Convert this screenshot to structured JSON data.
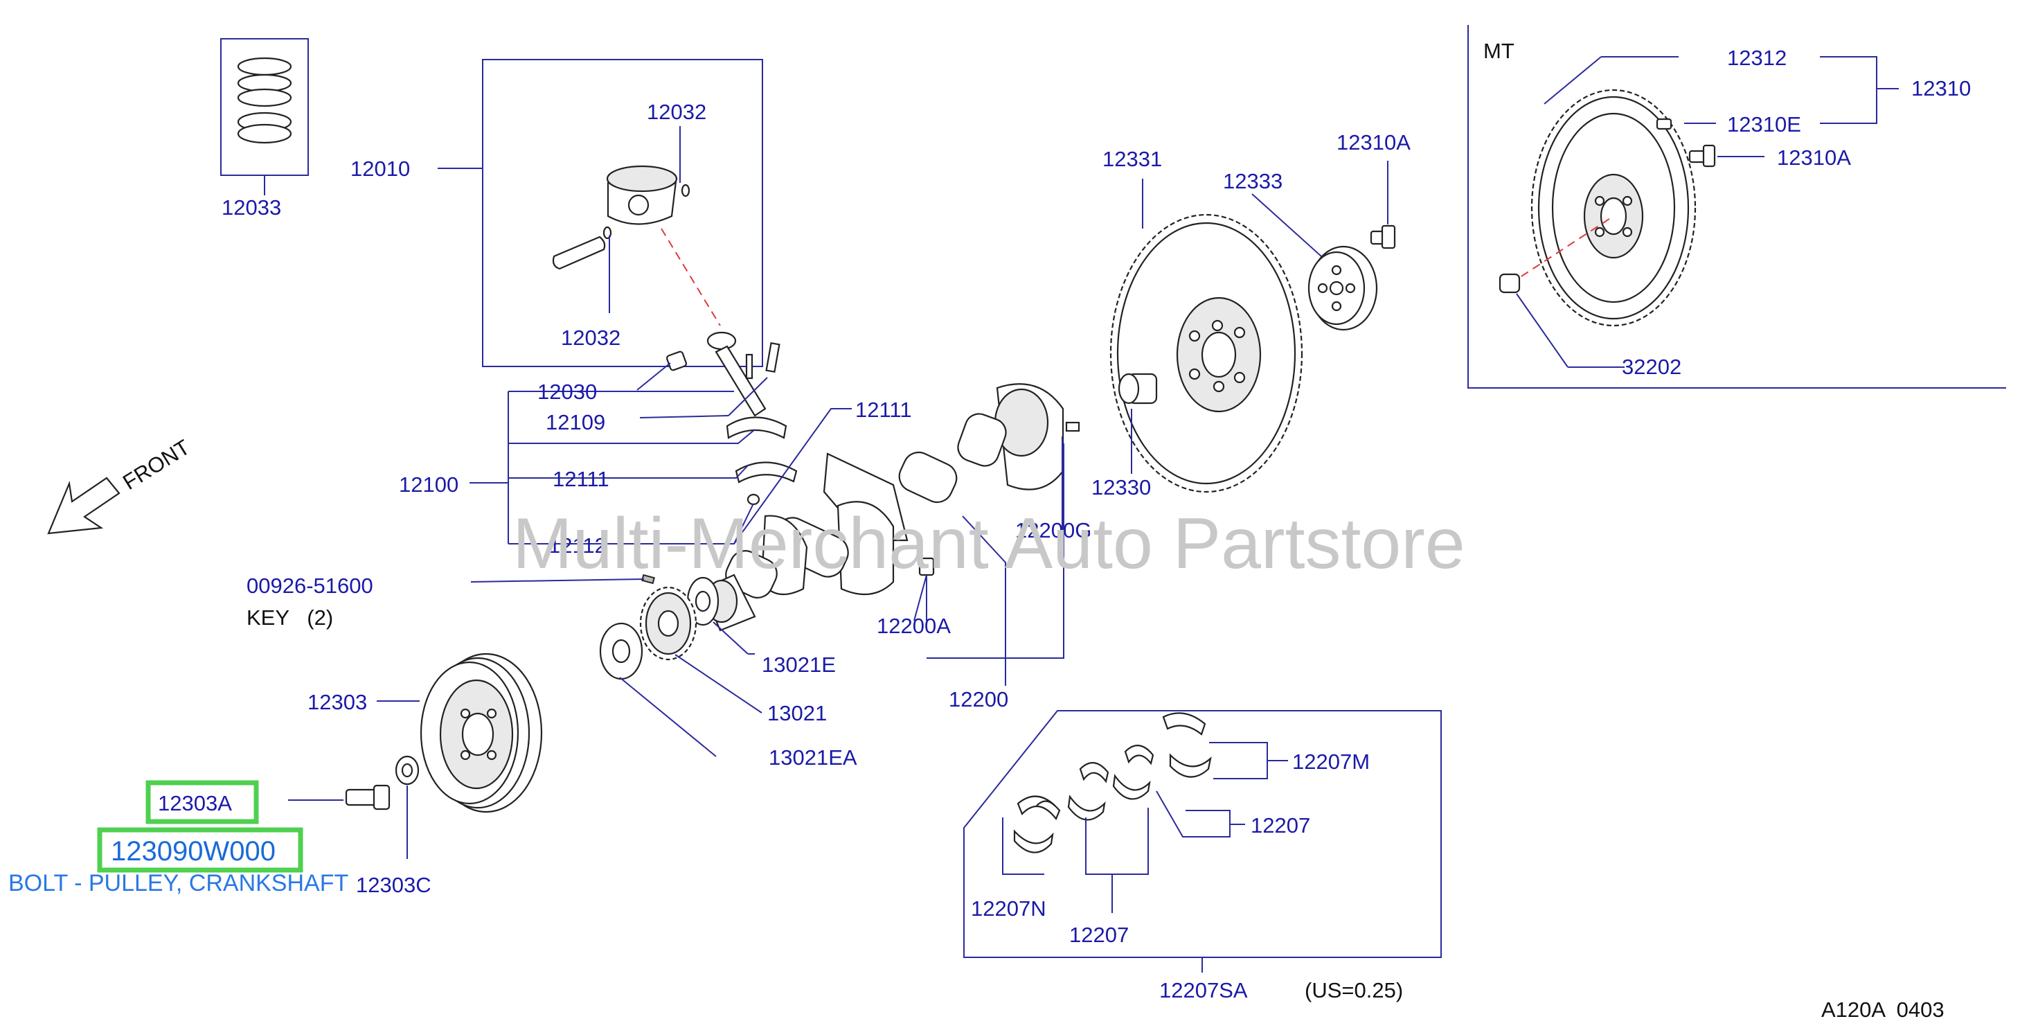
{
  "labels": {
    "p12033": "12033",
    "p12010": "12010",
    "p12032a": "12032",
    "p12032b": "12032",
    "p12030": "12030",
    "p12109": "12109",
    "p12100": "12100",
    "p12111a": "12111",
    "p12111b": "12111",
    "p12112": "12112",
    "p00926": "00926-51600",
    "key": "KEY   (2)",
    "p12303": "12303",
    "p13021e": "13021E",
    "p13021": "13021",
    "p13021ea": "13021EA",
    "p12200g": "12200G",
    "p12200a": "12200A",
    "p12200": "12200",
    "p12331": "12331",
    "p12333": "12333",
    "p12310a_top": "12310A",
    "p12330": "12330",
    "mt": "MT",
    "p12312": "12312",
    "p12310": "12310",
    "p12310e": "12310E",
    "p12310a_mt": "12310A",
    "p32202": "32202",
    "p12207m": "12207M",
    "p12207a": "12207",
    "p12207n": "12207N",
    "p12207b": "12207",
    "p12207sa": "12207SA",
    "us": "(US=0.25)",
    "p12303c": "12303C",
    "front": "FRONT",
    "diagram_code": "A120A  0403"
  },
  "highlight": {
    "part_ref": "12303A",
    "part_number": "123090W000",
    "description": "BOLT - PULLEY, CRANKSHAFT",
    "color": "#4fd04f"
  },
  "watermark": "Multi-Merchant Auto Partstore",
  "colors": {
    "label": "#1a1aa8",
    "leader": "#2a2a9e",
    "description": "#2a78e4",
    "watermark": "#c8c8c8"
  }
}
